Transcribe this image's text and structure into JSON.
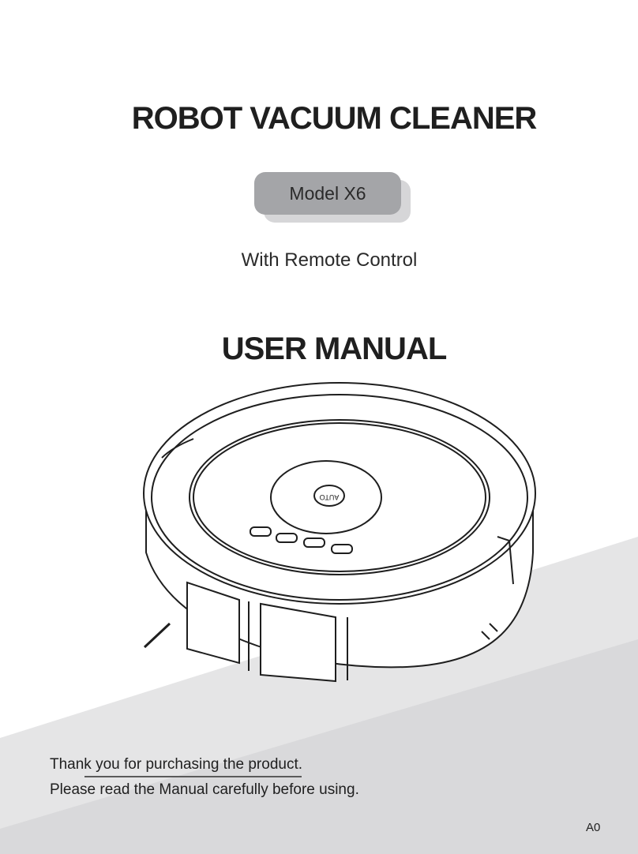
{
  "title": "ROBOT VACUUM CLEANER",
  "model": "Model X6",
  "subtitle": "With Remote Control",
  "manual_title": "USER MANUAL",
  "robot": {
    "button_label": "AUTO",
    "icon": "robot-vacuum-illustration"
  },
  "footer": {
    "line1": "Thank you for purchasing the product.",
    "line2": "Please read the Manual carefully before using."
  },
  "page_code": "A0",
  "colors": {
    "badge": "#a4a5a8",
    "badge_shadow": "#d6d6d8",
    "floor_light": "#e4e4e5",
    "floor_dark": "#c9c9cb"
  }
}
